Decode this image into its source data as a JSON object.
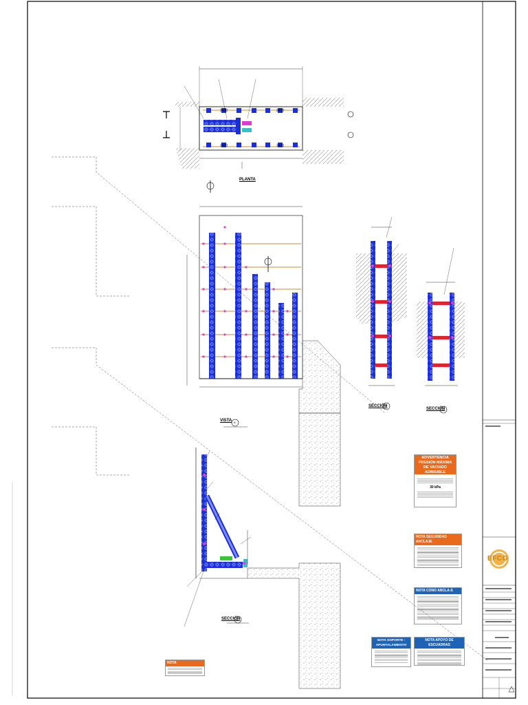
{
  "drawing": {
    "plan_view": {
      "label": "PLANTA",
      "dims": [
        "2400",
        "2400",
        "2400",
        "2400"
      ]
    },
    "elevation_view": {
      "label": "VISTA",
      "tag": "A"
    },
    "section_b": {
      "label": "SECCIÓN",
      "tag": "B"
    },
    "section_c": {
      "label": "SECCIÓN",
      "tag": "C"
    },
    "section_d": {
      "label": "SECCIÓN",
      "tag": "D"
    },
    "colors": {
      "steel": "#1b2fd6",
      "tie": "#e0242a",
      "ground": "#444444",
      "magenta": "#e03ad0",
      "accent": "#e96a1c",
      "note_blue": "#1f64b4"
    }
  },
  "notes": {
    "advertencia": {
      "title": "ADVERTENCIA PRESIÓN MÁXIMA DE VACIADO ADMISIBLE",
      "pressure": "30 kPa"
    },
    "seguridad": {
      "title": "NOTA SEGURIDAD ANCLAJE"
    },
    "cono": {
      "title": "NOTA CONO ANCLA-S"
    },
    "soporte": {
      "title": "NOTA SOPORTE - APUNTALAMIENTO"
    },
    "escuadras": {
      "title": "NOTA APOYO DE ESCUADRAS"
    },
    "nota": {
      "title": "NOTA"
    }
  },
  "title_block": {
    "logo": "EFCO"
  }
}
